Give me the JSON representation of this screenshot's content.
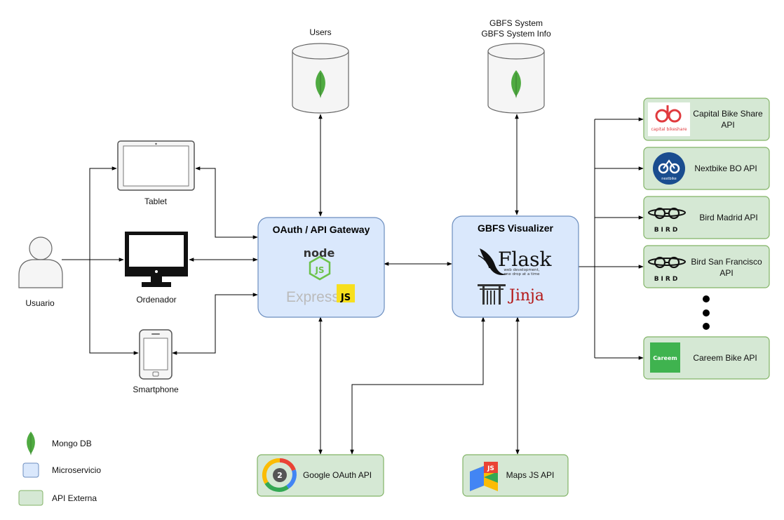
{
  "colors": {
    "microservice_fill": "#dae8fc",
    "microservice_stroke": "#6c8ebf",
    "api_fill": "#d5e8d4",
    "api_stroke": "#82b366",
    "mongo_leaf": "#4faa41",
    "db_fill": "#f5f5f5",
    "db_stroke": "#666666"
  },
  "actor": {
    "label": "Usuario"
  },
  "devices": {
    "tablet": "Tablet",
    "desktop": "Ordenador",
    "phone": "Smartphone"
  },
  "databases": {
    "users": {
      "label_lines": [
        "Users"
      ]
    },
    "gbfs": {
      "label_lines": [
        "GBFS System",
        "GBFS System Info"
      ]
    }
  },
  "services": {
    "gateway": {
      "title": "OAuth / API Gateway",
      "node_text": "node",
      "express_text": "Express",
      "js_badge": "JS"
    },
    "visualizer": {
      "title": "GBFS Visualizer",
      "flask_text": "Flask",
      "flask_tagline_1": "web development,",
      "flask_tagline_2": "one drop at a time",
      "jinja_text": "Jinja"
    }
  },
  "external_apis": {
    "capital": {
      "line1": "Capital Bike Share",
      "line2": "API",
      "logo_text": "capital bikeshare"
    },
    "nextbike": {
      "line1": "Nextbike BO API",
      "logo_text": "nextbike"
    },
    "bird_madrid": {
      "line1": "Bird Madrid API",
      "logo_text": "BIRD"
    },
    "bird_sf": {
      "line1": "Bird San Francisco",
      "line2": "API",
      "logo_text": "BIRD"
    },
    "careem": {
      "line1": "Careem Bike API",
      "logo_text": "Careem"
    },
    "google_oauth": {
      "line1": "Google OAuth API",
      "logo_text": "2"
    },
    "maps": {
      "line1": "Maps JS API",
      "logo_text": "JS"
    }
  },
  "legend": {
    "mongo": "Mongo DB",
    "microservice": "Microservicio",
    "external_api": "API Externa"
  }
}
